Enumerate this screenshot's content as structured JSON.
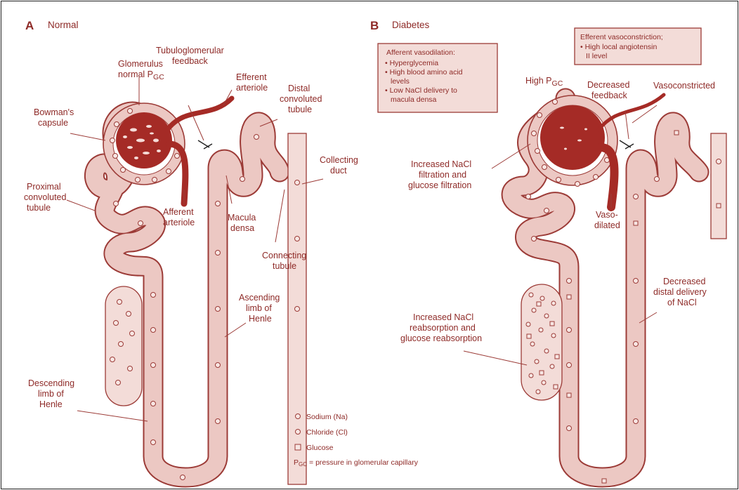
{
  "panelA": {
    "letter": "A",
    "title": "Normal",
    "labels": {
      "tubuloglomerular_1": "Tubuloglomerular",
      "tubuloglomerular_2": "feedback",
      "efferent_1": "Efferent",
      "efferent_2": "arteriole",
      "glomerulus_1": "Glomerulus",
      "glomerulus_2": "normal P",
      "glomerulus_sub": "GC",
      "distal_1": "Distal",
      "distal_2": "convoluted",
      "distal_3": "tubule",
      "bowman_1": "Bowman's",
      "bowman_2": "capsule",
      "collecting_1": "Collecting",
      "collecting_2": "duct",
      "proximal_1": "Proximal",
      "proximal_2": "convoluted",
      "proximal_3": "tubule",
      "afferent_1": "Afferent",
      "afferent_2": "arteriole",
      "macula_1": "Macula",
      "macula_2": "densa",
      "connecting_1": "Connecting",
      "connecting_2": "tubule",
      "ascending_1": "Ascending",
      "ascending_2": "limb of",
      "ascending_3": "Henle",
      "descending_1": "Descending",
      "descending_2": "limb of",
      "descending_3": "Henle"
    }
  },
  "panelB": {
    "letter": "B",
    "title": "Diabetes",
    "afferent_box": {
      "title": "Afferent vasodilation:",
      "lines": [
        "• Hyperglycemia",
        "• High blood amino acid",
        "levels",
        "• Low NaCl delivery to",
        "macula densa"
      ]
    },
    "efferent_box": {
      "title": "Efferent vasoconstriction;",
      "lines": [
        "• High local angiotensin",
        "II level"
      ]
    },
    "labels": {
      "highpgc": "High P",
      "highpgc_sub": "GC",
      "decreased_fb_1": "Decreased",
      "decreased_fb_2": "feedback",
      "vasoconstricted": "Vasoconstricted",
      "increased_filt_1": "Increased NaCl",
      "increased_filt_2": "filtration and",
      "increased_filt_3": "glucose filtration",
      "vasodilated_1": "Vaso-",
      "vasodilated_2": "dilated",
      "decreased_dd_1": "Decreased",
      "decreased_dd_2": "distal delivery",
      "decreased_dd_3": "of NaCl",
      "increased_reab_1": "Increased NaCl",
      "increased_reab_2": "reabsorption and",
      "increased_reab_3": "glucose reabsorption"
    }
  },
  "legend": {
    "sodium": "Sodium (Na)",
    "chloride": "Chloride (Cl)",
    "glucose": "Glucose",
    "pgc_symbol": "P",
    "pgc_sub": "GC",
    "pgc_def": "= pressure in glomerular capillary"
  },
  "colors": {
    "outline": "#9c3b37",
    "tube_fill": "#ecc8c3",
    "glomerulus": "#a52b26",
    "text": "#8e2a27"
  }
}
